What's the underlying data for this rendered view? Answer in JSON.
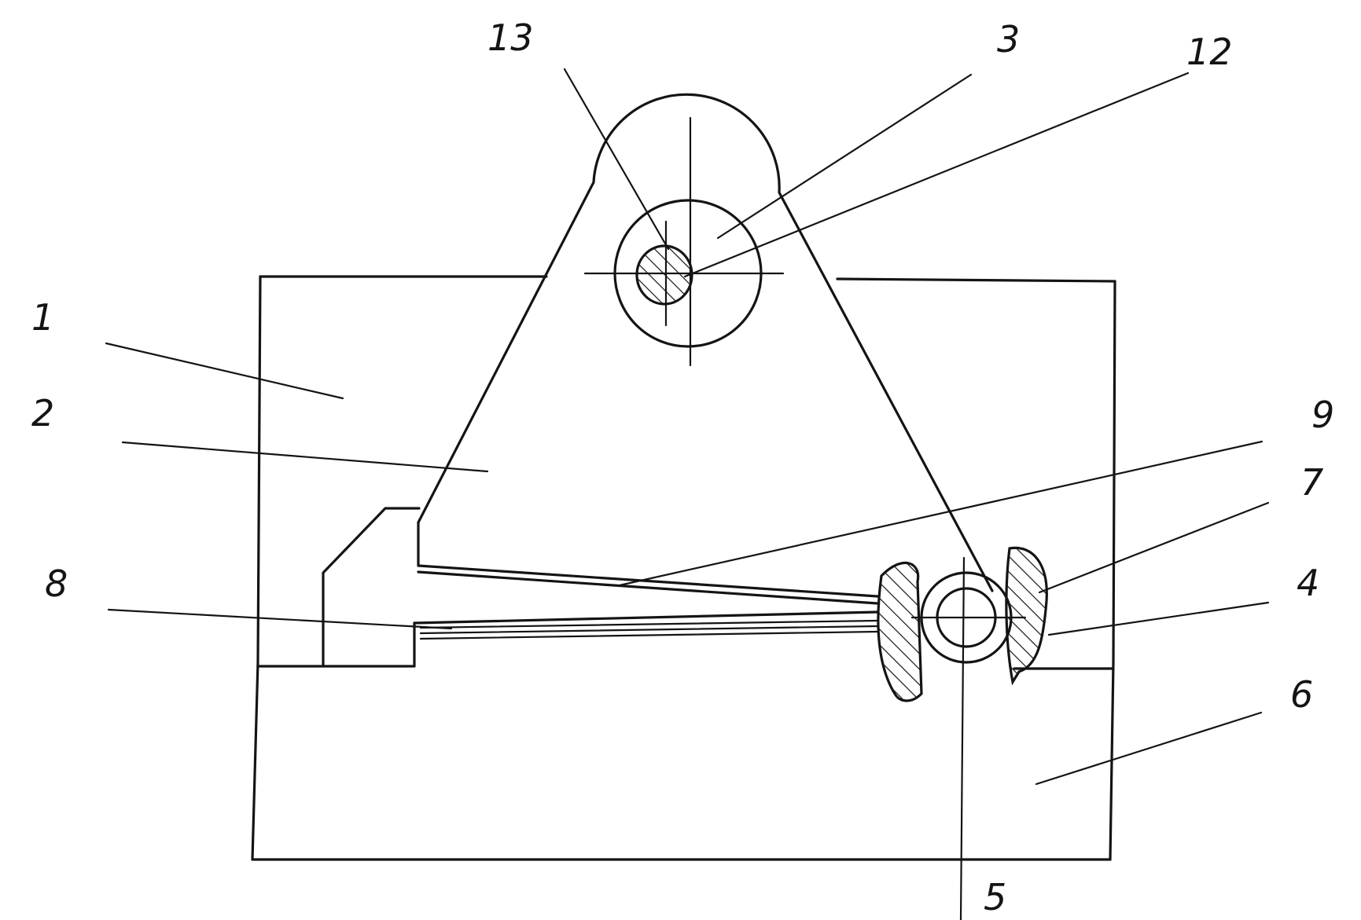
{
  "diagram": {
    "background": "#ffffff",
    "ink_color": "#141414",
    "labels": {
      "l1": "1",
      "l2": "2",
      "l3": "3",
      "l4": "4",
      "l5": "5",
      "l6": "6",
      "l7": "7",
      "l8": "8",
      "l9": "9",
      "l12": "12",
      "l13": "13"
    }
  }
}
